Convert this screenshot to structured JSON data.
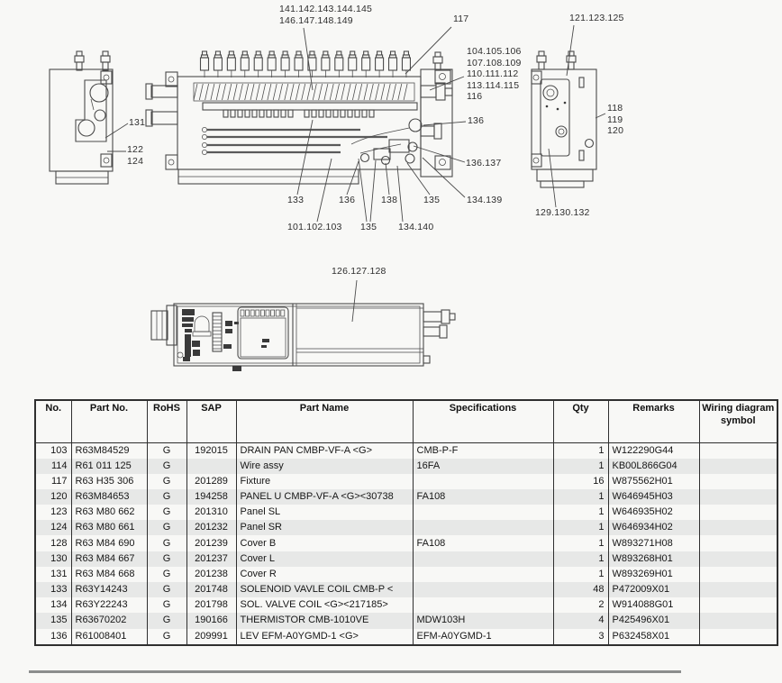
{
  "diagram": {
    "callouts": {
      "group_141_149": "141.142.143.144.145\n146.147.148.149",
      "c117": "117",
      "c121_123_125": "121.123.125",
      "group_104_116": "104.105.106\n107.108.109\n110.111.112\n113.114.115\n116",
      "c136_right": "136",
      "c118_119_120": "118\n119\n120",
      "c131": "131",
      "c122_124": "122\n124",
      "c136_137": "136.137",
      "c134_139": "134.139",
      "c129_130_132": "129.130.132",
      "c133": "133",
      "c136_bottom": "136",
      "c138": "138",
      "c135_top": "135",
      "c101_102_103": "101.102.103",
      "c135_bottom": "135",
      "c134_140": "134.140",
      "c126_127_128": "126.127.128"
    }
  },
  "table": {
    "headers": [
      "No.",
      "Part No.",
      "RoHS",
      "SAP",
      "Part Name",
      "Specifications",
      "Qty",
      "Remarks",
      "Wiring diagram symbol"
    ],
    "rows": [
      [
        "103",
        "R63M84529",
        "G",
        "192015",
        "DRAIN PAN CMBP-VF-A <G>",
        "CMB-P-F",
        "1",
        "W122290G44",
        ""
      ],
      [
        "114",
        "R61 011 125",
        "G",
        "",
        "Wire assy",
        "16FA",
        "1",
        "KB00L866G04",
        ""
      ],
      [
        "117",
        "R63 H35 306",
        "G",
        "201289",
        "Fixture",
        "",
        "16",
        "W875562H01",
        ""
      ],
      [
        "120",
        "R63M84653",
        "G",
        "194258",
        "PANEL U CMBP-VF-A <G><30738",
        "FA108",
        "1",
        "W646945H03",
        ""
      ],
      [
        "123",
        "R63 M80 662",
        "G",
        "201310",
        "Panel SL",
        "",
        "1",
        "W646935H02",
        ""
      ],
      [
        "124",
        "R63 M80 661",
        "G",
        "201232",
        "Panel SR",
        "",
        "1",
        "W646934H02",
        ""
      ],
      [
        "128",
        "R63 M84 690",
        "G",
        "201239",
        "Cover B",
        "FA108",
        "1",
        "W893271H08",
        ""
      ],
      [
        "130",
        "R63 M84 667",
        "G",
        "201237",
        "Cover L",
        "",
        "1",
        "W893268H01",
        ""
      ],
      [
        "131",
        "R63 M84 668",
        "G",
        "201238",
        "Cover R",
        "",
        "1",
        "W893269H01",
        ""
      ],
      [
        "133",
        "R63Y14243",
        "G",
        "201748",
        "SOLENOID VAVLE COIL CMB-P <",
        "",
        "48",
        "P472009X01",
        ""
      ],
      [
        "134",
        "R63Y22243",
        "G",
        "201798",
        "SOL. VALVE COIL <G><217185>",
        "",
        "2",
        "W914088G01",
        ""
      ],
      [
        "135",
        "R63670202",
        "G",
        "190166",
        "THERMISTOR CMB-1010VE",
        "MDW103H",
        "4",
        "P425496X01",
        ""
      ],
      [
        "136",
        "R61008401",
        "G",
        "209991",
        "LEV EFM-A0YGMD-1 <G>",
        "EFM-A0YGMD-1",
        "3",
        "P632458X01",
        ""
      ]
    ]
  }
}
